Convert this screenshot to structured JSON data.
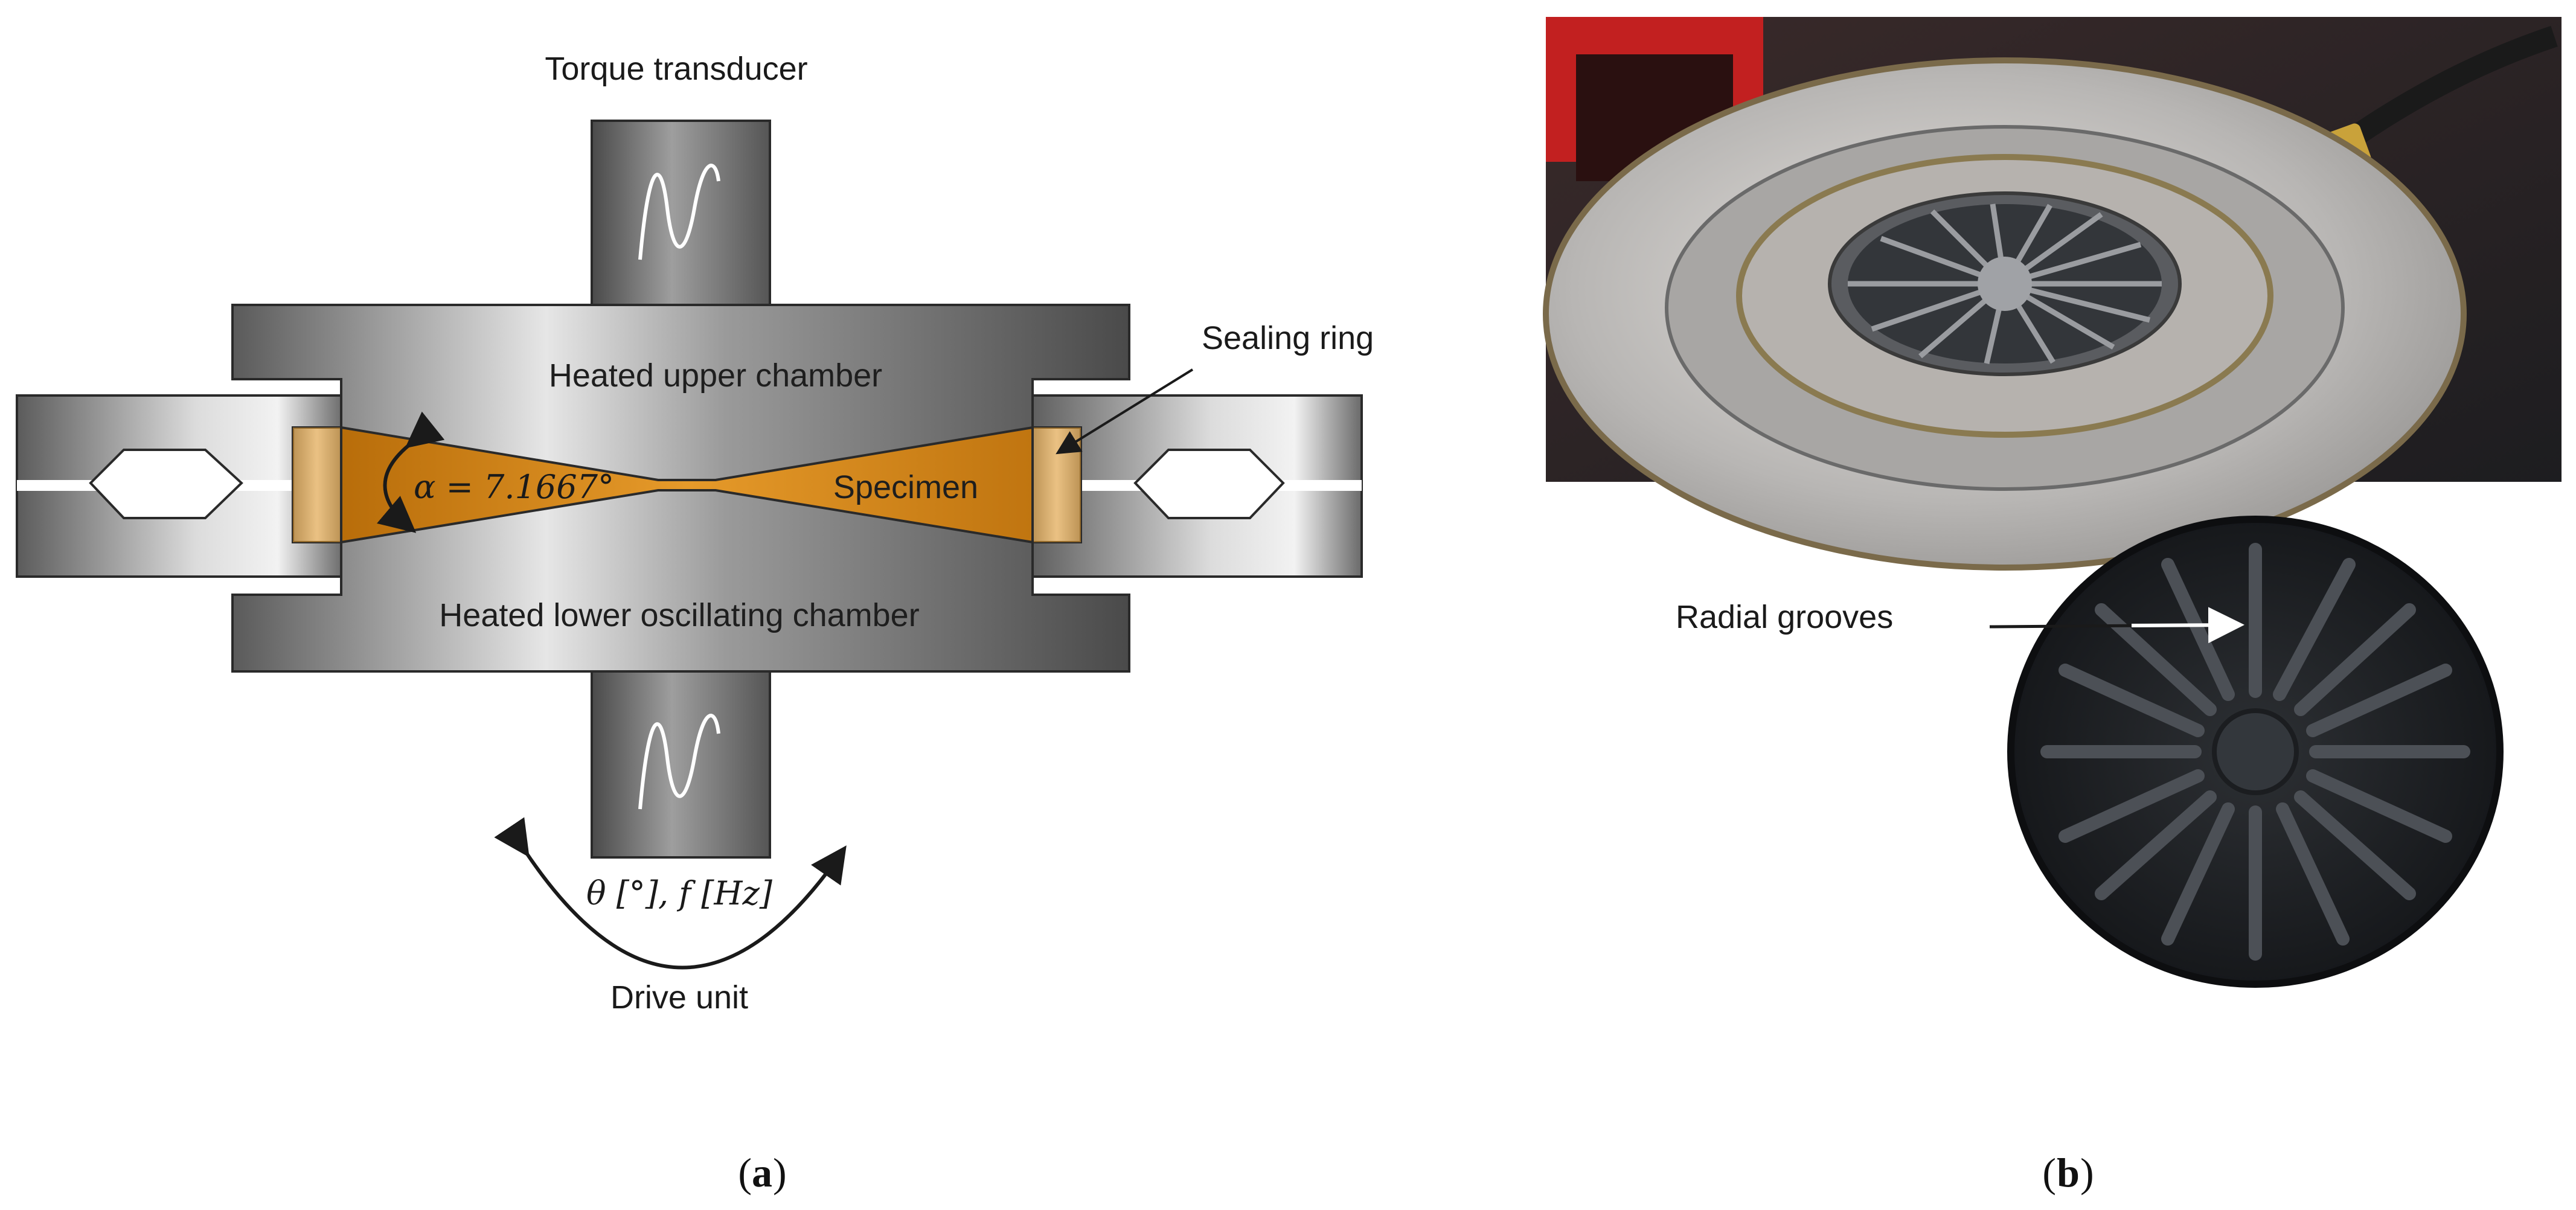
{
  "panel_a": {
    "labels": {
      "torque_transducer": "Torque transducer",
      "sealing_ring": "Sealing ring",
      "upper_chamber": "Heated upper chamber",
      "specimen": "Specimen",
      "lower_chamber": "Heated lower oscillating chamber",
      "cone_angle": "α = 7.1667°",
      "oscillation": "θ [°], f  [Hz]",
      "drive_unit": "Drive unit"
    },
    "caption_letter": "a",
    "colors": {
      "specimen": "#d98a1c",
      "steel_dark": "#4f4f4f",
      "steel_light": "#e4e4e4",
      "outline": "#2a2a2a"
    }
  },
  "panel_b": {
    "labels": {
      "radial_grooves": "Radial grooves"
    },
    "caption_letter": "b",
    "colors": {
      "photo_background": "#2a2a2c",
      "plate": "#b9b9bb",
      "die_black": "#1c1e22"
    }
  }
}
